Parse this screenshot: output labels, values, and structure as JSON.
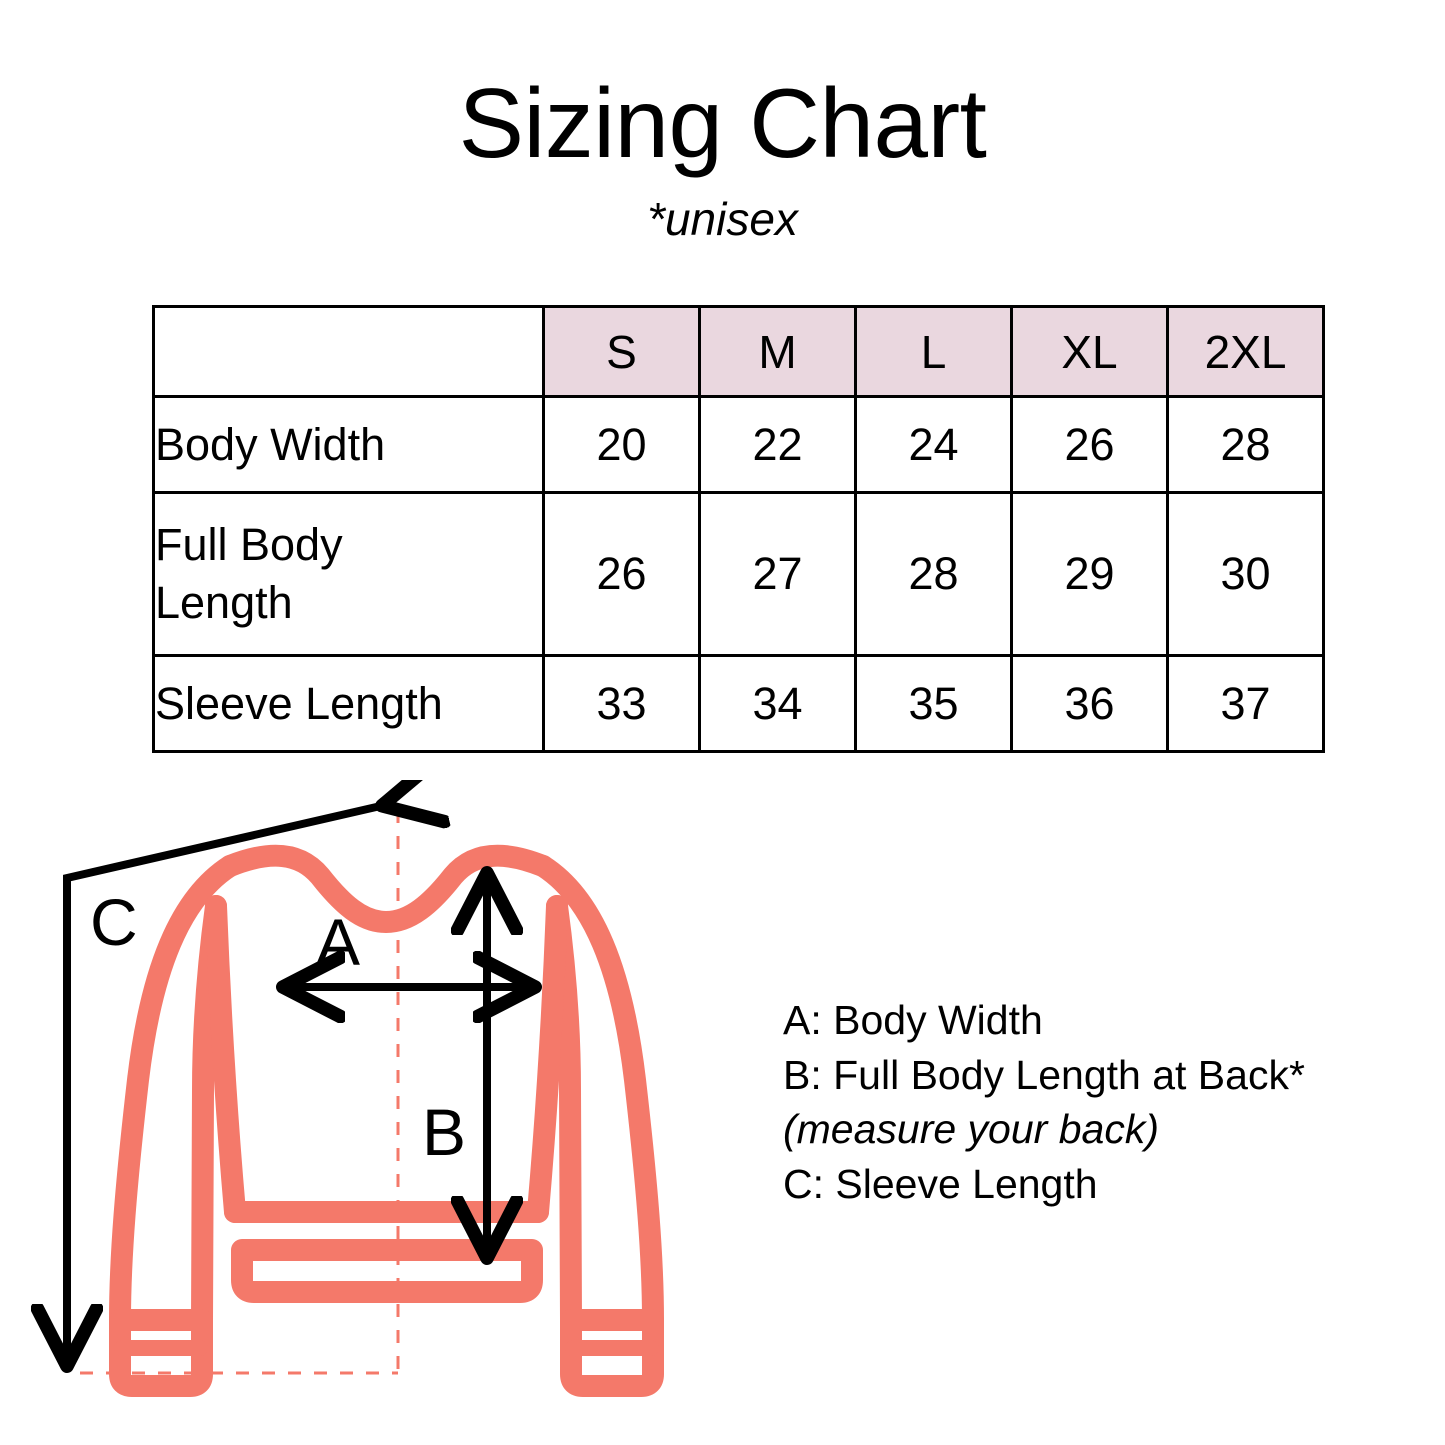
{
  "header": {
    "title": "Sizing Chart",
    "subtitle": "*unisex"
  },
  "colors": {
    "header_pink": "#ead7df",
    "garment_coral": "#f4796a",
    "line_black": "#000000",
    "background": "#ffffff"
  },
  "chart_data": {
    "type": "table",
    "title": "Sizing Chart",
    "subtitle": "*unisex",
    "corner_label": "",
    "categories": [
      "S",
      "M",
      "L",
      "XL",
      "2XL"
    ],
    "measurement_labels": [
      "Body Width",
      "Full Body Length",
      "Sleeve Length"
    ],
    "series": [
      {
        "name": "Body Width",
        "values": [
          20,
          22,
          24,
          26,
          28
        ]
      },
      {
        "name": "Full Body Length",
        "values": [
          26,
          27,
          28,
          29,
          30
        ]
      },
      {
        "name": "Sleeve Length",
        "values": [
          33,
          34,
          35,
          36,
          37
        ]
      }
    ],
    "rows": [
      {
        "label": "Body Width",
        "label_line1": "Body Width",
        "label_line2": "",
        "cells": [
          "20",
          "22",
          "24",
          "26",
          "28"
        ]
      },
      {
        "label": "Full Body Length",
        "label_line1": "Full Body",
        "label_line2": "Length",
        "cells": [
          "26",
          "27",
          "28",
          "29",
          "30"
        ]
      },
      {
        "label": "Sleeve Length",
        "label_line1": "Sleeve Length",
        "label_line2": "",
        "cells": [
          "33",
          "34",
          "35",
          "36",
          "37"
        ]
      }
    ]
  },
  "diagram": {
    "measure_a_label": "A",
    "measure_b_label": "B",
    "measure_c_label": "C",
    "garment": "long-sleeve-sweatshirt-back-view"
  },
  "legend": {
    "lines": [
      {
        "text": "A: Body Width",
        "style": "normal"
      },
      {
        "text": "B: Full Body Length at Back*",
        "style": "normal"
      },
      {
        "text": "(measure your back)",
        "style": "italic"
      },
      {
        "text": "C: Sleeve Length",
        "style": "normal"
      }
    ]
  }
}
